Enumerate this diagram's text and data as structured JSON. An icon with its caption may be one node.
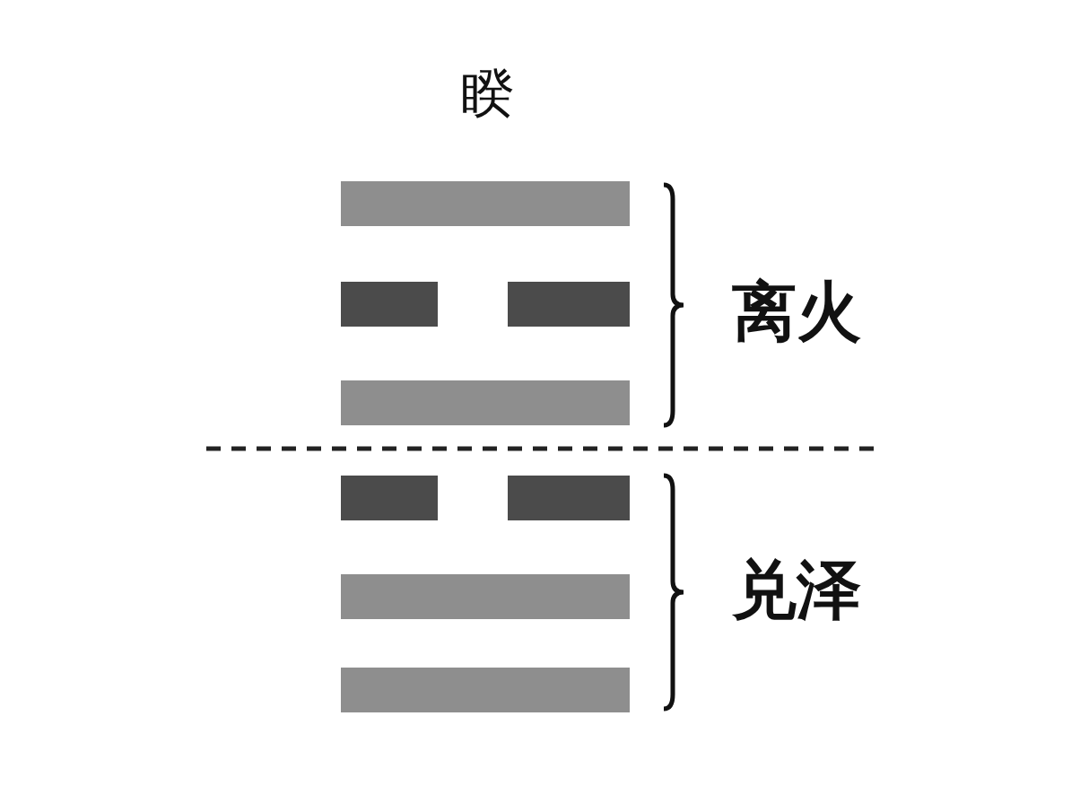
{
  "diagram": {
    "title": "睽",
    "labels": [
      "离火",
      "兑泽"
    ]
  }
}
